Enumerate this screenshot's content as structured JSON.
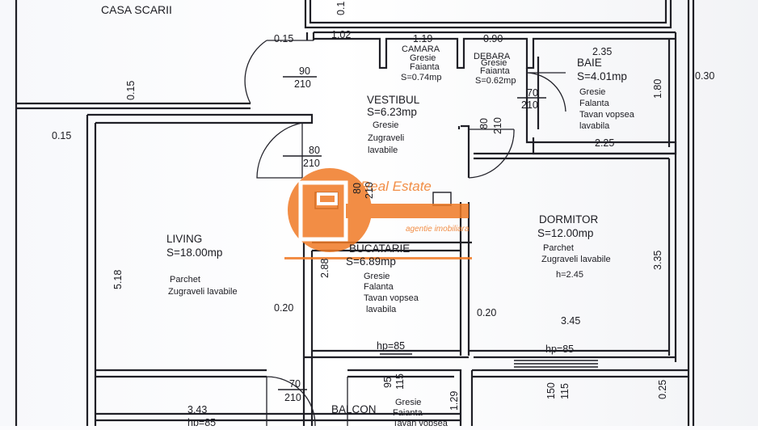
{
  "title": "CASA SCARII",
  "rooms": {
    "vestibul": {
      "name": "VESTIBUL",
      "area": "S=6.23mp",
      "f1": "Gresie",
      "f2": "Zugraveli",
      "f3": "lavabile"
    },
    "camara": {
      "name": "CAMARA",
      "f1": "Gresie",
      "f2": "Faianta",
      "area": "S=0.74mp"
    },
    "debara": {
      "name": "DEBARA",
      "f1": "Gresie",
      "f2": "Faianta",
      "area": "S=0.62mp"
    },
    "baie": {
      "name": "BAIE",
      "area": "S=4.01mp",
      "f1": "Gresie",
      "f2": "Falanta",
      "f3": "Tavan vopsea",
      "f4": "lavabila"
    },
    "living": {
      "name": "LIVING",
      "area": "S=18.00mp",
      "f1": "Parchet",
      "f2": "Zugraveli lavabile"
    },
    "bucatarie": {
      "name": "BUCATARIE",
      "area": "S=6.89mp",
      "f1": "Gresie",
      "f2": "Falanta",
      "f3": "Tavan vopsea",
      "f4": "lavabila"
    },
    "dormitor": {
      "name": "DORMITOR",
      "area": "S=12.00mp",
      "f1": "Parchet",
      "f2": "Zugraveli lavabile",
      "f3": "h=2.45"
    },
    "balcon": {
      "name": "BALCON",
      "f1": "Gresie",
      "f2": "Faianta",
      "f3": "Tavan vopsea"
    }
  },
  "dims": {
    "d0_1": "0.1",
    "d0_15a": "0.15",
    "d1_02": "1.02",
    "d1_19": "1.19",
    "d0_90": "0.90",
    "d2_35": "2.35",
    "d0_30": "0.30",
    "d1_80": "1.80",
    "d2_25": "2.25",
    "d0_15b": "0.15",
    "d0_15c": "0.15",
    "d5_18": "5.18",
    "d2_88": "2.88",
    "d0_20a": "0.20",
    "d0_20b": "0.20",
    "d3_45": "3.45",
    "d3_35": "3.35",
    "d3_43": "3.43",
    "d0_25": "0.25",
    "d1_29": "1.29",
    "hp85a": "hp=85",
    "hp85b": "hp=85",
    "hp85c": "hp=85"
  },
  "doors": {
    "d90": "90",
    "d210a": "210",
    "d80a": "80",
    "d210b": "210",
    "d70a": "70",
    "d210c": "210",
    "d80b": "80",
    "d210d": "210",
    "d80c": "80",
    "d210e": "210",
    "d70b": "70",
    "d210f": "210",
    "w95": "95",
    "w115a": "115",
    "w150": "150",
    "w115b": "115"
  },
  "watermark": {
    "brand": "Real Estate",
    "tagline": "agentie imobiliara",
    "color": "#f07a25"
  }
}
